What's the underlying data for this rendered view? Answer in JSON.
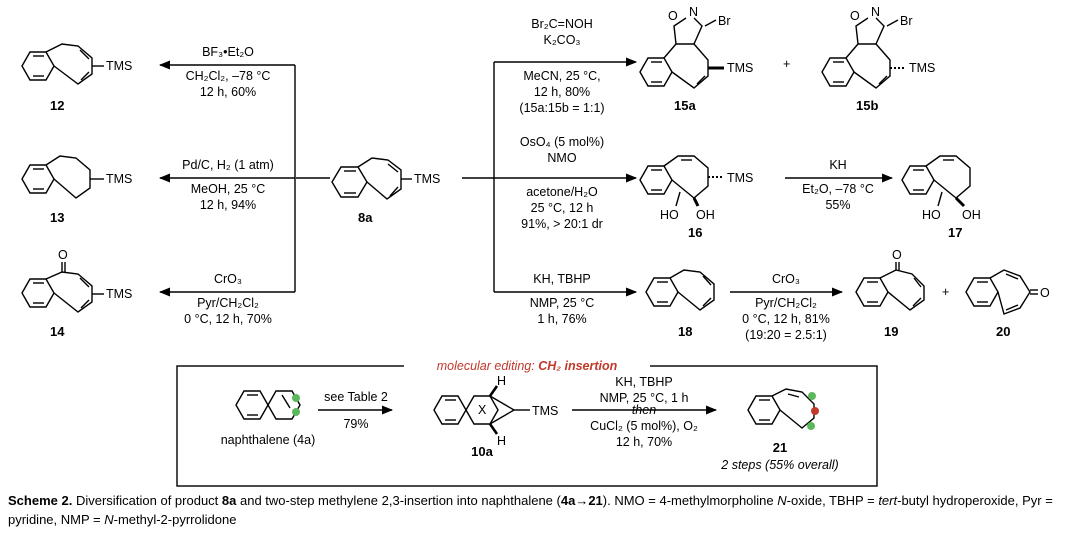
{
  "center": {
    "group": "TMS",
    "label": "8a"
  },
  "left_reactions": [
    {
      "conditions": [
        "BF₃•Et₂O",
        "CH₂Cl₂, –78 °C",
        "12 h, 60%"
      ],
      "product_group": "TMS",
      "product_label": "12"
    },
    {
      "conditions": [
        "Pd/C, H₂ (1 atm)",
        "MeOH, 25 °C",
        "12 h, 94%"
      ],
      "product_group": "TMS",
      "product_label": "13"
    },
    {
      "conditions": [
        "CrO₃",
        "Pyr/CH₂Cl₂",
        "0 °C, 12 h, 70%"
      ],
      "product_group": "TMS",
      "product_label": "14",
      "carbonyl": "O"
    }
  ],
  "right_reactions": {
    "r1": {
      "conditions": [
        "Br₂C=NOH",
        "K₂CO₃",
        "MeCN, 25 °C,",
        "12 h, 80%",
        "(15a:15b = 1:1)"
      ],
      "product_a": {
        "label": "15a",
        "group": "TMS",
        "hetero_o": "O",
        "hetero_n": "N",
        "br": "Br"
      },
      "plus": "+",
      "product_b": {
        "label": "15b",
        "group": "TMS",
        "hetero_o": "O",
        "hetero_n": "N",
        "br": "Br"
      }
    },
    "r2": {
      "conditions": [
        "OsO₄ (5 mol%)",
        "NMO",
        "acetone/H₂O",
        "25 °C, 12 h",
        "91%, > 20:1 dr"
      ],
      "product": {
        "label": "16",
        "group": "TMS",
        "oh1": "HO",
        "oh2": "OH"
      },
      "next_conditions": [
        "KH",
        "Et₂O, –78 °C",
        "55%"
      ],
      "next_product": {
        "label": "17",
        "oh1": "HO",
        "oh2": "OH"
      }
    },
    "r3": {
      "conditions": [
        "KH, TBHP",
        "NMP, 25 °C",
        "1 h, 76%"
      ],
      "product": {
        "label": "18"
      },
      "next_conditions": [
        "CrO₃",
        "Pyr/CH₂Cl₂",
        "0 °C, 12 h, 81%",
        "(19:20 = 2.5:1)"
      ],
      "product_19": {
        "label": "19",
        "o": "O"
      },
      "plus": "+",
      "product_20": {
        "label": "20",
        "o": "O"
      }
    }
  },
  "box": {
    "title_prefix": "molecular editing: ",
    "title_emph": "CH₂ insertion",
    "start_label": "naphthalene (4a)",
    "step1": [
      "see Table 2",
      "79%"
    ],
    "intermediate": {
      "label": "10a",
      "group": "TMS",
      "x": "X",
      "h_top": "H",
      "h_bottom": "H"
    },
    "step2": [
      "KH, TBHP",
      "NMP, 25 °C, 1 h",
      "then",
      "CuCl₂ (5 mol%), O₂",
      "12 h, 70%"
    ],
    "product": {
      "label": "21",
      "note": "2 steps (55% overall)"
    }
  },
  "colors": {
    "emphasis": "#c0392b",
    "marker_green": "#5cb85c",
    "marker_red": "#c0392b"
  },
  "caption": {
    "scheme": "Scheme 2.",
    "text1": " Diversification of product ",
    "bold1": "8a",
    "text2": " and two-step methylene 2,3-insertion into naphthalene (",
    "bold2": "4a→21",
    "text3": "). NMO = 4-methylmorpholine ",
    "ital1": "N",
    "text4": "-oxide, TBHP = ",
    "ital2": "tert",
    "text5": "-butyl hydroperoxide, Pyr = pyridine, NMP = ",
    "ital3": "N",
    "text6": "-methyl-2-pyrrolidone"
  }
}
